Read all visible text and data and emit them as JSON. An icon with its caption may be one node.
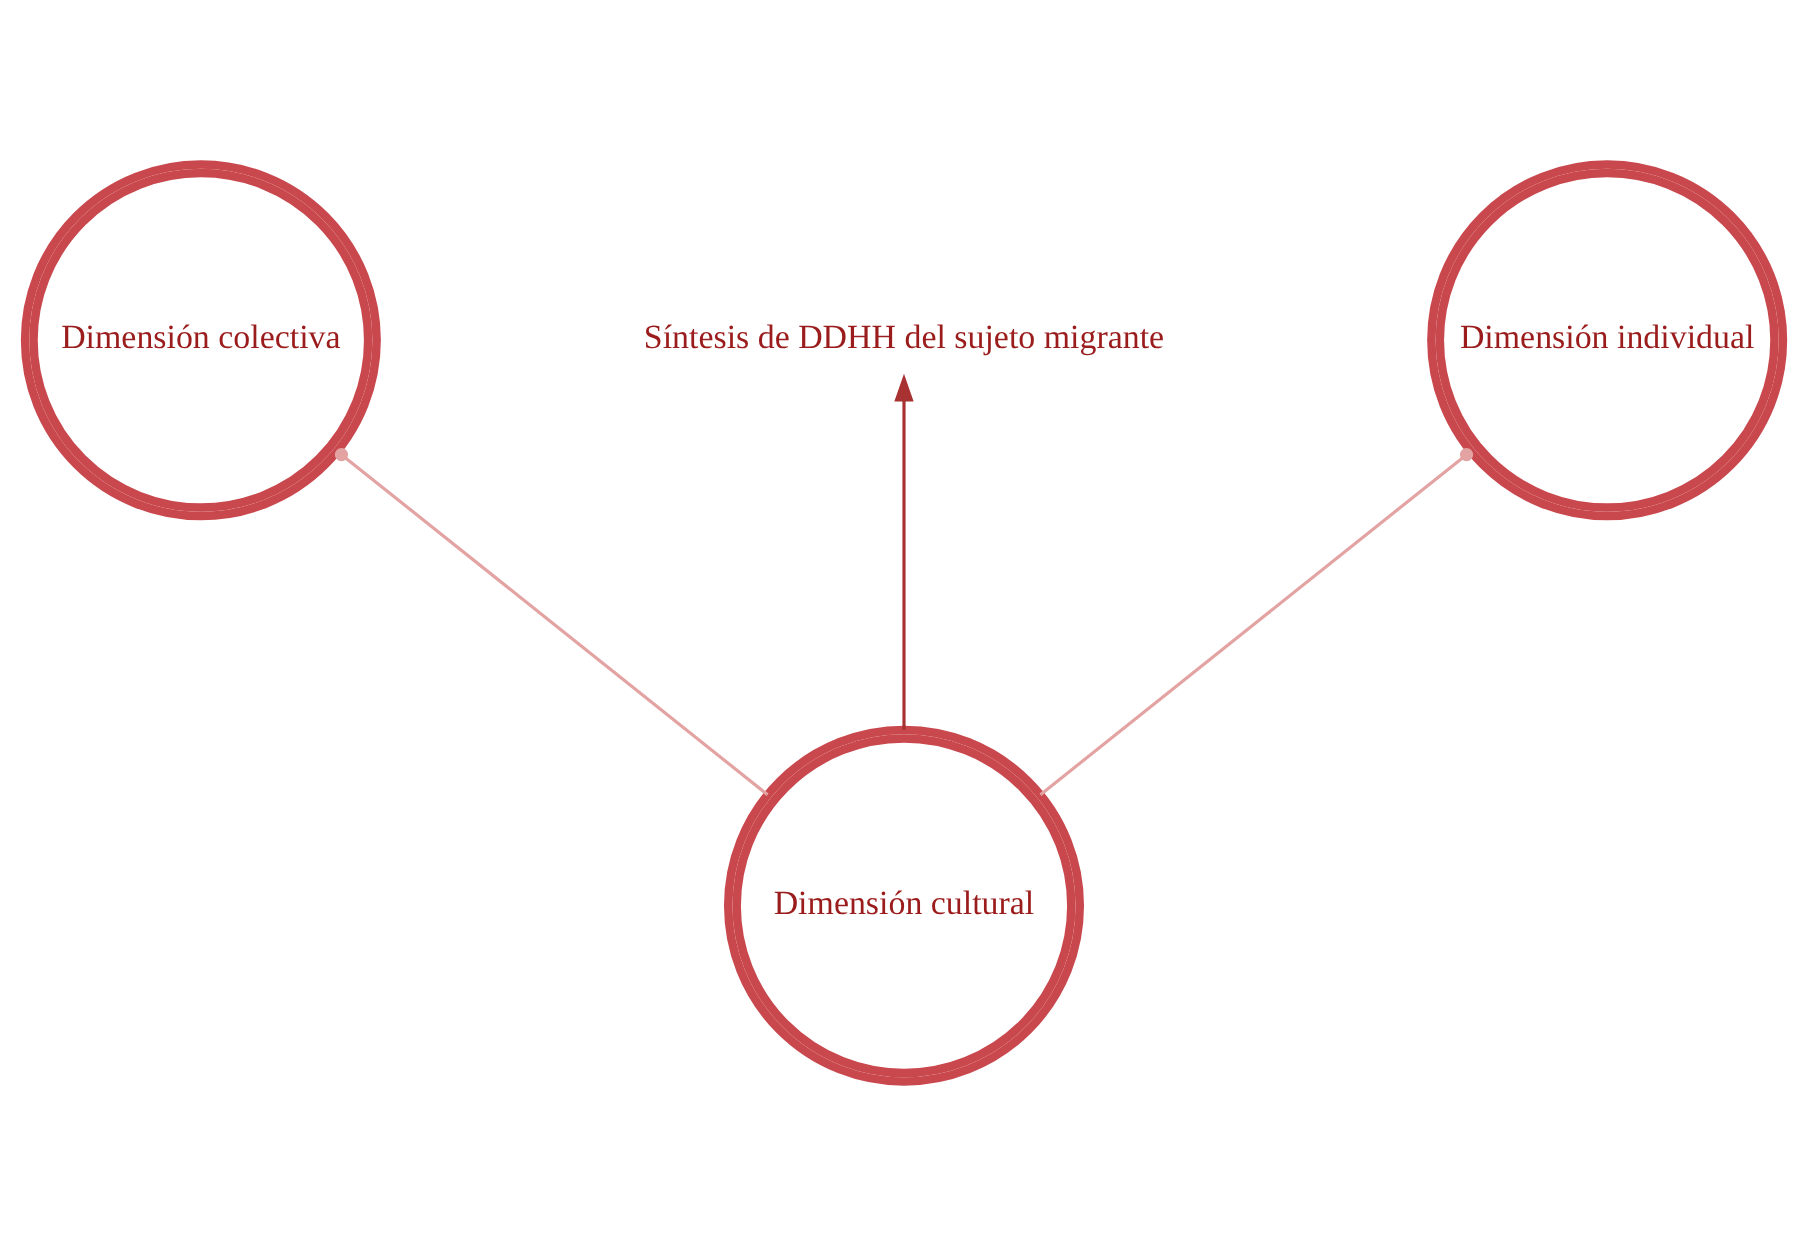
{
  "diagram": {
    "nodes": [
      {
        "text": [
          "Dimensión colectiva"
        ]
      },
      {
        "text": [
          "Síntesis de DDHH del sujeto migrante"
        ]
      },
      {
        "text": [
          "Dimensión individual"
        ]
      },
      {
        "text": [
          "Dimensión cultural"
        ]
      }
    ],
    "edges": [
      {
        "from": 3,
        "to": 0,
        "arrow": "other"
      },
      {
        "from": 3,
        "to": 1,
        "arrow": "to",
        "color": "#a83232"
      },
      {
        "from": 3,
        "to": 2,
        "arrow": "other"
      }
    ]
  }
}
